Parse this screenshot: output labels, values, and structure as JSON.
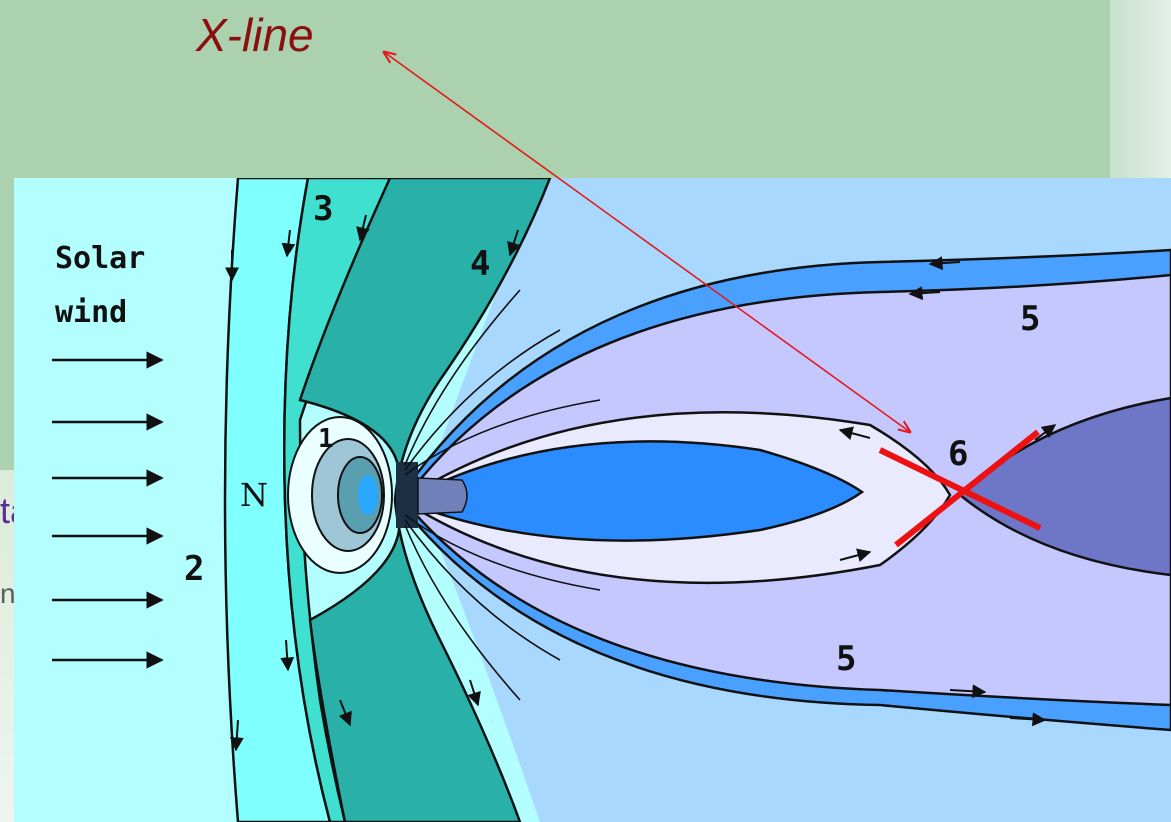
{
  "title": "X-line",
  "background_text": {
    "fragment_1": "tail",
    "fragment_2": "n’s"
  },
  "diagram": {
    "solar_wind_line1": "Solar",
    "solar_wind_line2": "wind",
    "labels": {
      "l1": "1",
      "l2": "2",
      "l3": "3",
      "l4": "4",
      "l5_upper": "5",
      "l5_lower": "5",
      "l6": "6",
      "n": "N"
    }
  },
  "colors": {
    "slide_background": "#abd1ae",
    "title": "#8c0f0f",
    "solar_wind_region": "#b3ffff",
    "bow_shock_layer": "#80ffff",
    "magnetosheath": "#40e0d0",
    "boundary_layer": "#29b0a8",
    "tail_background": "#a9d8ff",
    "plasma_mantle": "#4aa0ff",
    "lobe": "#c4c8ff",
    "plasma_sheet": "#eaeaff",
    "inner_sheet": "#2a8cff",
    "downstream_plasmoid": "#6e76c8",
    "x_mark": "#ee1111",
    "pointer_arrow": "#e31a1a"
  }
}
